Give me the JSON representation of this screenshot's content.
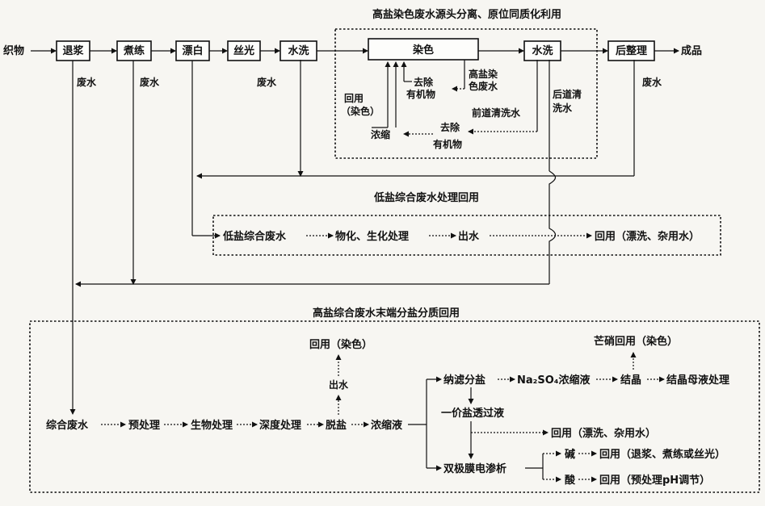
{
  "region_titles": {
    "top": "高盐染色废水源头分离、原位同质化利用",
    "middle": "低盐综合废水处理回用",
    "bottom": "高盐综合废水末端分盐分质回用"
  },
  "main_line": {
    "input": "织物",
    "steps": [
      "退浆",
      "煮练",
      "漂白",
      "丝光",
      "水洗",
      "染色",
      "水洗",
      "后整理"
    ],
    "output": "成品"
  },
  "labels": {
    "waste_water": "废水",
    "recycle_dye": "回用（染色）",
    "remove_org": "去除有机物",
    "high_salt_dye_ww": "高盐染色废水",
    "front_rinse": "前道清洗水",
    "rear_rinse": "后道清洗水",
    "concentrate": "浓缩"
  },
  "middle_flow": [
    "低盐综合废水",
    "物化、生化处理",
    "出水",
    "回用（漂洗、杂用水）"
  ],
  "bottom_flow": {
    "chain": [
      "综合废水",
      "预处理",
      "生物处理",
      "深度处理",
      "脱盐",
      "浓缩液"
    ],
    "outwater": "出水",
    "outwater_reuse": "回用（染色）",
    "nf": "纳滤分盐",
    "na2so4": "Na₂SO₄浓缩液",
    "crystal": "结晶",
    "mother": "结晶母液处理",
    "mirabilite": "芒硝回用（染色）",
    "monovalent": "一价盐透过液",
    "mono_reuse": "回用（漂洗、杂用水）",
    "bmed": "双极膜电渗析",
    "alkali": "碱",
    "alkali_reuse": "回用（退浆、煮练或丝光）",
    "acid": "酸",
    "acid_reuse": "回用（预处理pH调节）"
  }
}
